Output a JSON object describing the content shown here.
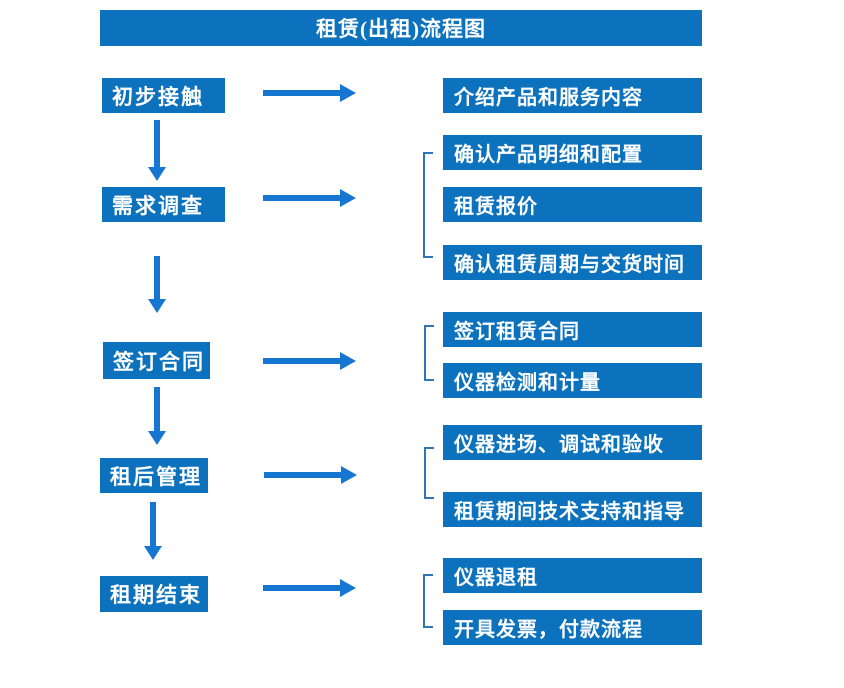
{
  "title": "租赁(出租)流程图",
  "colors": {
    "box_blue": "#0d72bd",
    "arrow_blue": "#1677d2",
    "bracket_blue": "#2e75b6",
    "text_white": "#ffffff"
  },
  "steps": [
    {
      "label": "初步接触"
    },
    {
      "label": "需求调查"
    },
    {
      "label": "签订合同"
    },
    {
      "label": "租后管理"
    },
    {
      "label": "租期结束"
    }
  ],
  "details": [
    {
      "label": "介绍产品和服务内容"
    },
    {
      "label": "确认产品明细和配置"
    },
    {
      "label": "租赁报价"
    },
    {
      "label": "确认租赁周期与交货时间"
    },
    {
      "label": "签订租赁合同"
    },
    {
      "label": "仪器检测和计量"
    },
    {
      "label": "仪器进场、调试和验收"
    },
    {
      "label": "租赁期间技术支持和指导"
    },
    {
      "label": "仪器退租"
    },
    {
      "label": "开具发票，付款流程"
    }
  ]
}
